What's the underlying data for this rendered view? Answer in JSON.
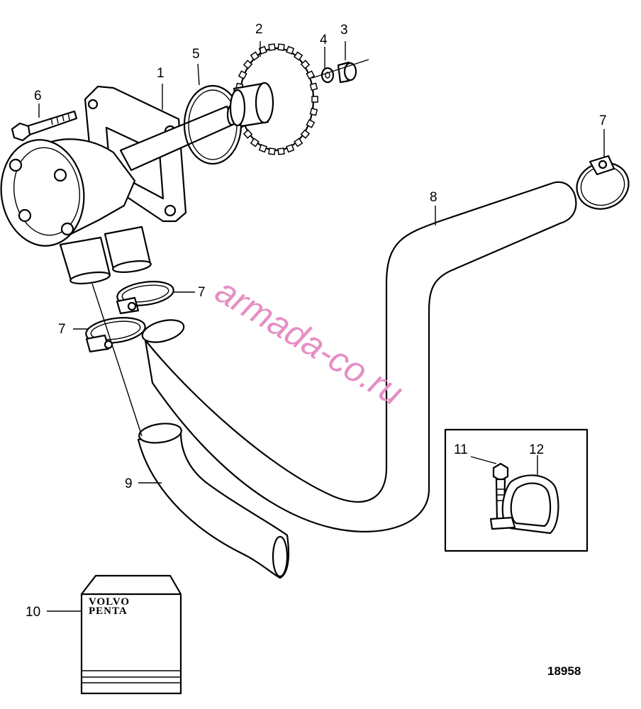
{
  "callouts": {
    "c1": "1",
    "c2": "2",
    "c3": "3",
    "c4": "4",
    "c5": "5",
    "c6": "6",
    "c7a": "7",
    "c7b": "7",
    "c7c": "7",
    "c8": "8",
    "c9": "9",
    "c10": "10",
    "c11": "11",
    "c12": "12"
  },
  "manual_brand": {
    "line1": "VOLVO",
    "line2": "PENTA"
  },
  "document_number": "18958",
  "watermark": "armada-co.ru",
  "colors": {
    "watermark": "#e58fc4",
    "line": "#000000"
  }
}
